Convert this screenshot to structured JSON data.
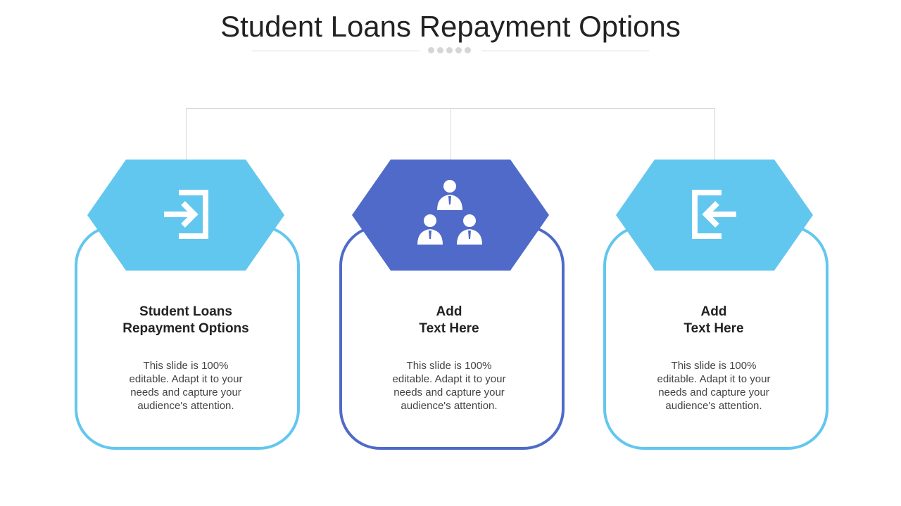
{
  "title": "Student Loans Repayment Options",
  "colors": {
    "light_blue": "#62c7ee",
    "dark_blue": "#4f6ac8",
    "connector_gray": "#d9d9d9"
  },
  "cards": [
    {
      "heading": "Student Loans\nRepayment Options",
      "icon": "sign-in-icon",
      "color": "light_blue",
      "body_lines": [
        "This slide is 100%",
        "editable. Adapt it to your",
        "needs and capture your",
        "audience's attention."
      ]
    },
    {
      "heading": "Add\nText Here",
      "icon": "team-hierarchy-icon",
      "color": "dark_blue",
      "body_lines": [
        "This slide is 100%",
        "editable. Adapt it to your",
        "needs and capture your",
        "audience's attention."
      ]
    },
    {
      "heading": "Add\nText Here",
      "icon": "sign-out-icon",
      "color": "light_blue",
      "body_lines": [
        "This slide is 100%",
        "editable. Adapt it to your",
        "needs and capture your",
        "audience's attention."
      ]
    }
  ]
}
